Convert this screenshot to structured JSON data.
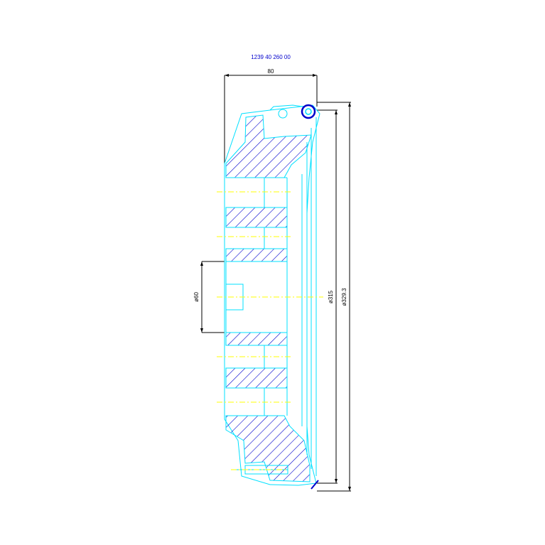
{
  "drawing": {
    "title": "1239 40 260 00",
    "dimensions": {
      "width": "80",
      "bore": "ø60",
      "inner_diameter": "ø315",
      "outer_diameter": "ø329.3"
    }
  },
  "colors": {
    "background": "#ffffff",
    "outline": "#00e0ff",
    "hatch": "#0000cc",
    "dimension": "#000000",
    "centerline": "#ffff00",
    "title": "#0000cc"
  }
}
